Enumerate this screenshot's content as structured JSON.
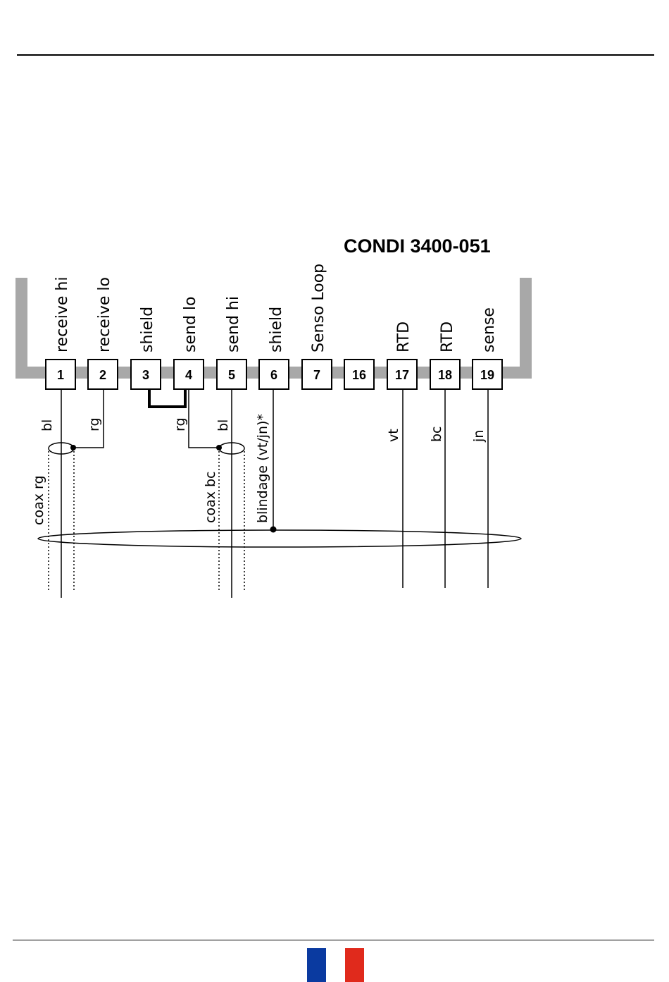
{
  "diagram": {
    "title": "CONDI 3400-051",
    "terminals": [
      {
        "number": "1",
        "label": "receive hi"
      },
      {
        "number": "2",
        "label": "receive lo"
      },
      {
        "number": "3",
        "label": "shield"
      },
      {
        "number": "4",
        "label": "send lo"
      },
      {
        "number": "5",
        "label": "send hi"
      },
      {
        "number": "6",
        "label": "shield"
      },
      {
        "number": "7",
        "label": "Senso Loop"
      },
      {
        "number": "16",
        "label": ""
      },
      {
        "number": "17",
        "label": "RTD"
      },
      {
        "number": "18",
        "label": "RTD"
      },
      {
        "number": "19",
        "label": "sense"
      }
    ],
    "wire_labels": {
      "t1": "bl",
      "t2": "rg",
      "t4": "rg",
      "t5": "bl",
      "t6": "blindage (vt/jn)*",
      "t17": "vt",
      "t18": "bc",
      "t19": "jn",
      "coax1": "coax rg",
      "coax2": "coax bc"
    }
  },
  "colors": {
    "housing": "#a8a8a8",
    "flag_blue": "#0a3aa0",
    "flag_white": "#ffffff",
    "flag_red": "#e02a1c"
  }
}
